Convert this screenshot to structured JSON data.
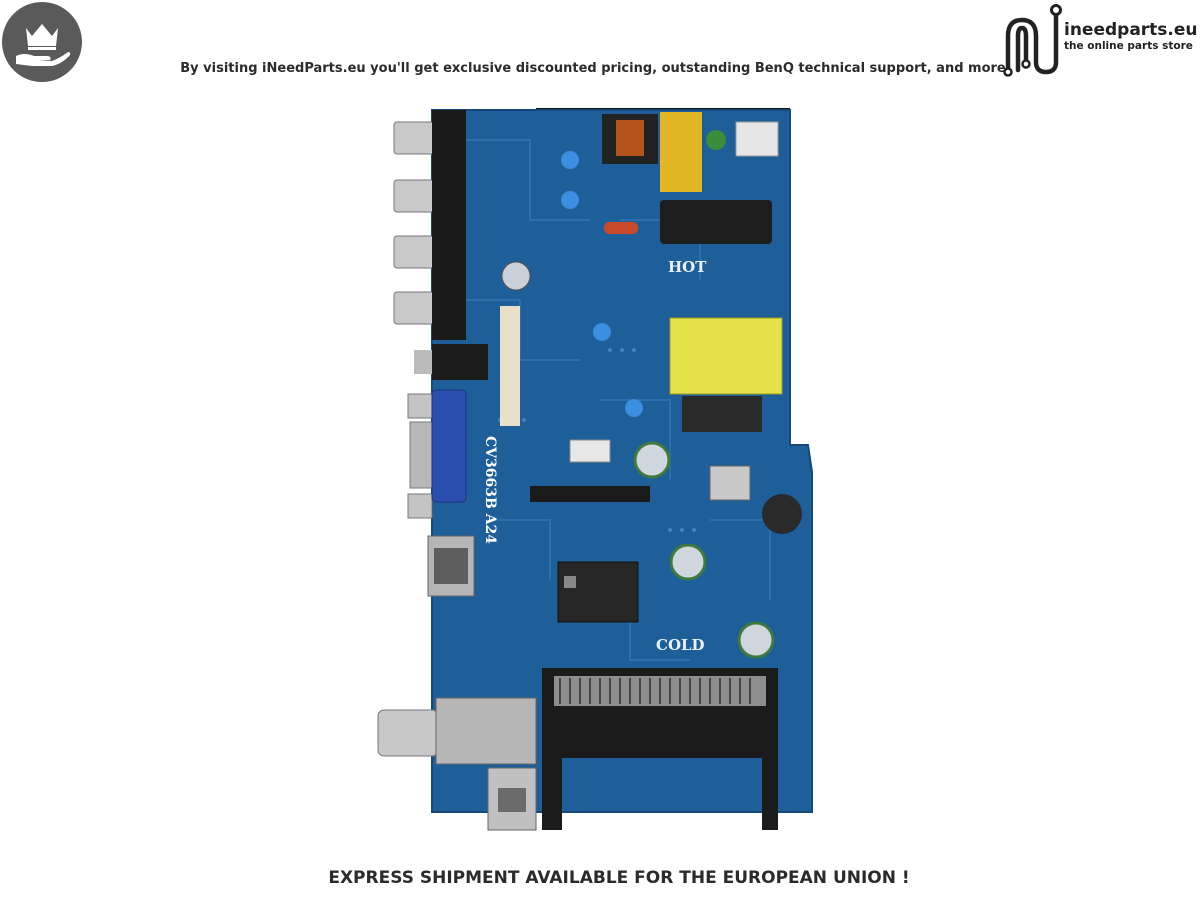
{
  "header": {
    "tagline": "By visiting iNeedParts.eu you'll get exclusive discounted pricing, outstanding BenQ technical support, and more",
    "brand_name": "ineedparts.eu",
    "brand_sub": "the online parts store",
    "badge_icon": "crown-hand-icon",
    "logo_icon": "ineedparts-circuit-logo"
  },
  "product": {
    "board_model": "CV3663B A24",
    "label_hot": "HOT",
    "label_cold": "COLD",
    "board_color": "#1f5f99"
  },
  "footer": {
    "text": "EXPRESS SHIPMENT AVAILABLE FOR THE EUROPEAN UNION !"
  }
}
